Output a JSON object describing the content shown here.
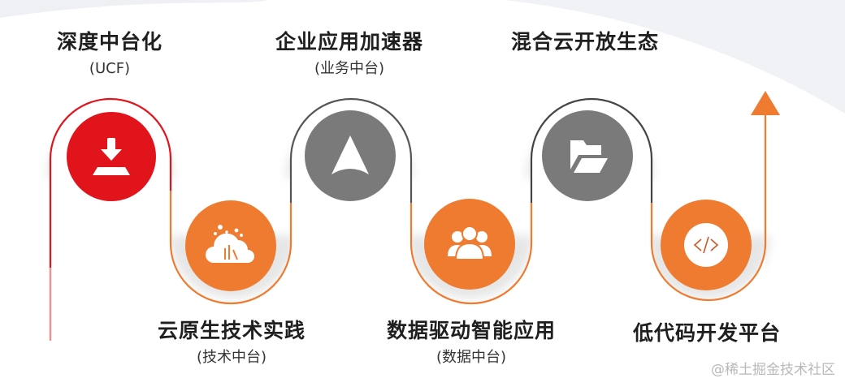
{
  "diagram": {
    "type": "serpentine-roadmap",
    "colors": {
      "red": "#e2141b",
      "orange": "#ee7b30",
      "grey": "#7a7a7a",
      "text": "#1f1f1f",
      "watermark": "#b8b8b8"
    },
    "steps": [
      {
        "title": "深度中台化",
        "subtitle": "(UCF)",
        "icon": "download-tray-icon",
        "color": "red",
        "position": "top"
      },
      {
        "title": "云原生技术实践",
        "subtitle": "(技术中台)",
        "icon": "cloud-chart-icon",
        "color": "orange",
        "position": "bottom"
      },
      {
        "title": "企业应用加速器",
        "subtitle": "(业务中台)",
        "icon": "navigation-arrow-icon",
        "color": "grey",
        "position": "top"
      },
      {
        "title": "数据驱动智能应用",
        "subtitle": "(数据中台)",
        "icon": "users-group-icon",
        "color": "orange",
        "position": "bottom"
      },
      {
        "title": "混合云开放生态",
        "subtitle": "",
        "icon": "folder-open-icon",
        "color": "grey",
        "position": "top"
      },
      {
        "title": "低代码开发平台",
        "subtitle": "",
        "icon": "code-icon",
        "color": "orange",
        "position": "bottom"
      }
    ],
    "end_marker": "arrow-up-icon"
  },
  "watermark": "@稀土掘金技术社区"
}
